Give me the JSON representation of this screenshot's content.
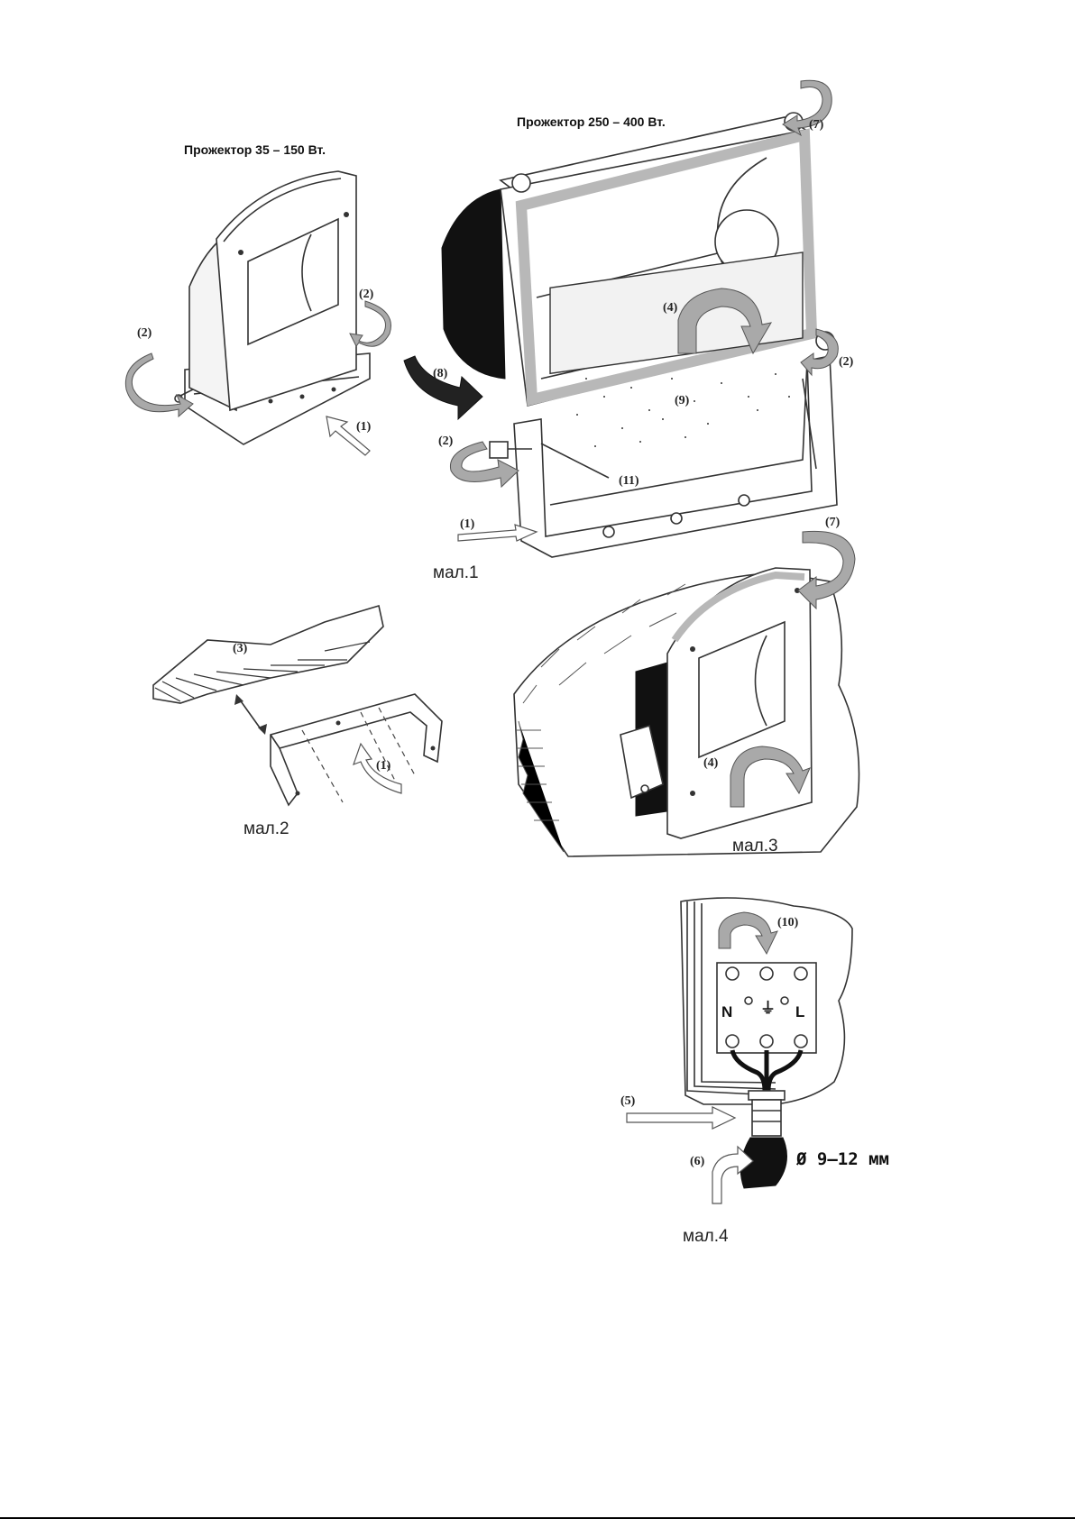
{
  "titles": {
    "small_projector": "Прожектор 35 – 150 Вт.",
    "large_projector": "Прожектор 250 – 400 Вт."
  },
  "captions": {
    "fig1": "мал.1",
    "fig2": "мал.2",
    "fig3": "мал.3",
    "fig4": "мал.4"
  },
  "callouts": {
    "c1": "(1)",
    "c2": "(2)",
    "c3": "(3)",
    "c4": "(4)",
    "c5": "(5)",
    "c6": "(6)",
    "c7": "(7)",
    "c8": "(8)",
    "c9": "(9)",
    "c10": "(10)",
    "c11": "(11)"
  },
  "terminals": {
    "neutral": "N",
    "live": "L",
    "ground": "⏚"
  },
  "cable_diameter": "Ø 9–12 мм"
}
